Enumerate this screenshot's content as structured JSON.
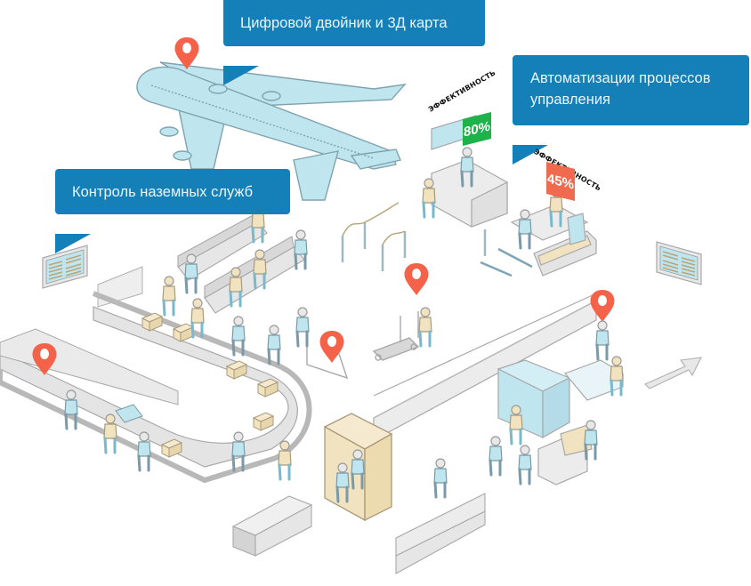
{
  "callouts": {
    "digital_twin": "Цифровой двойник и 3Д карта",
    "automation_line1": "Автоматизации процессов",
    "automation_line2": "управления",
    "ground_control": "Контроль наземных служб"
  },
  "efficiency": [
    {
      "label": "ЭФФЕКТИВНОСТЬ",
      "value": "80%",
      "color": "#1db34a"
    },
    {
      "label": "ЭФФЕКТИВНОСТЬ",
      "value": "45%",
      "color": "#f06a4f"
    }
  ],
  "colors": {
    "callout_bg": "#1580b8",
    "marker": "#f4624a",
    "light_blue": "#bfe5ef",
    "beige": "#f2e3c0",
    "grey_fill": "#e8e8e8",
    "outline": "#a8a8a8"
  },
  "icons": [
    "map-pin-icon",
    "airplane-icon",
    "arrow-icon",
    "flight-board-icon"
  ]
}
